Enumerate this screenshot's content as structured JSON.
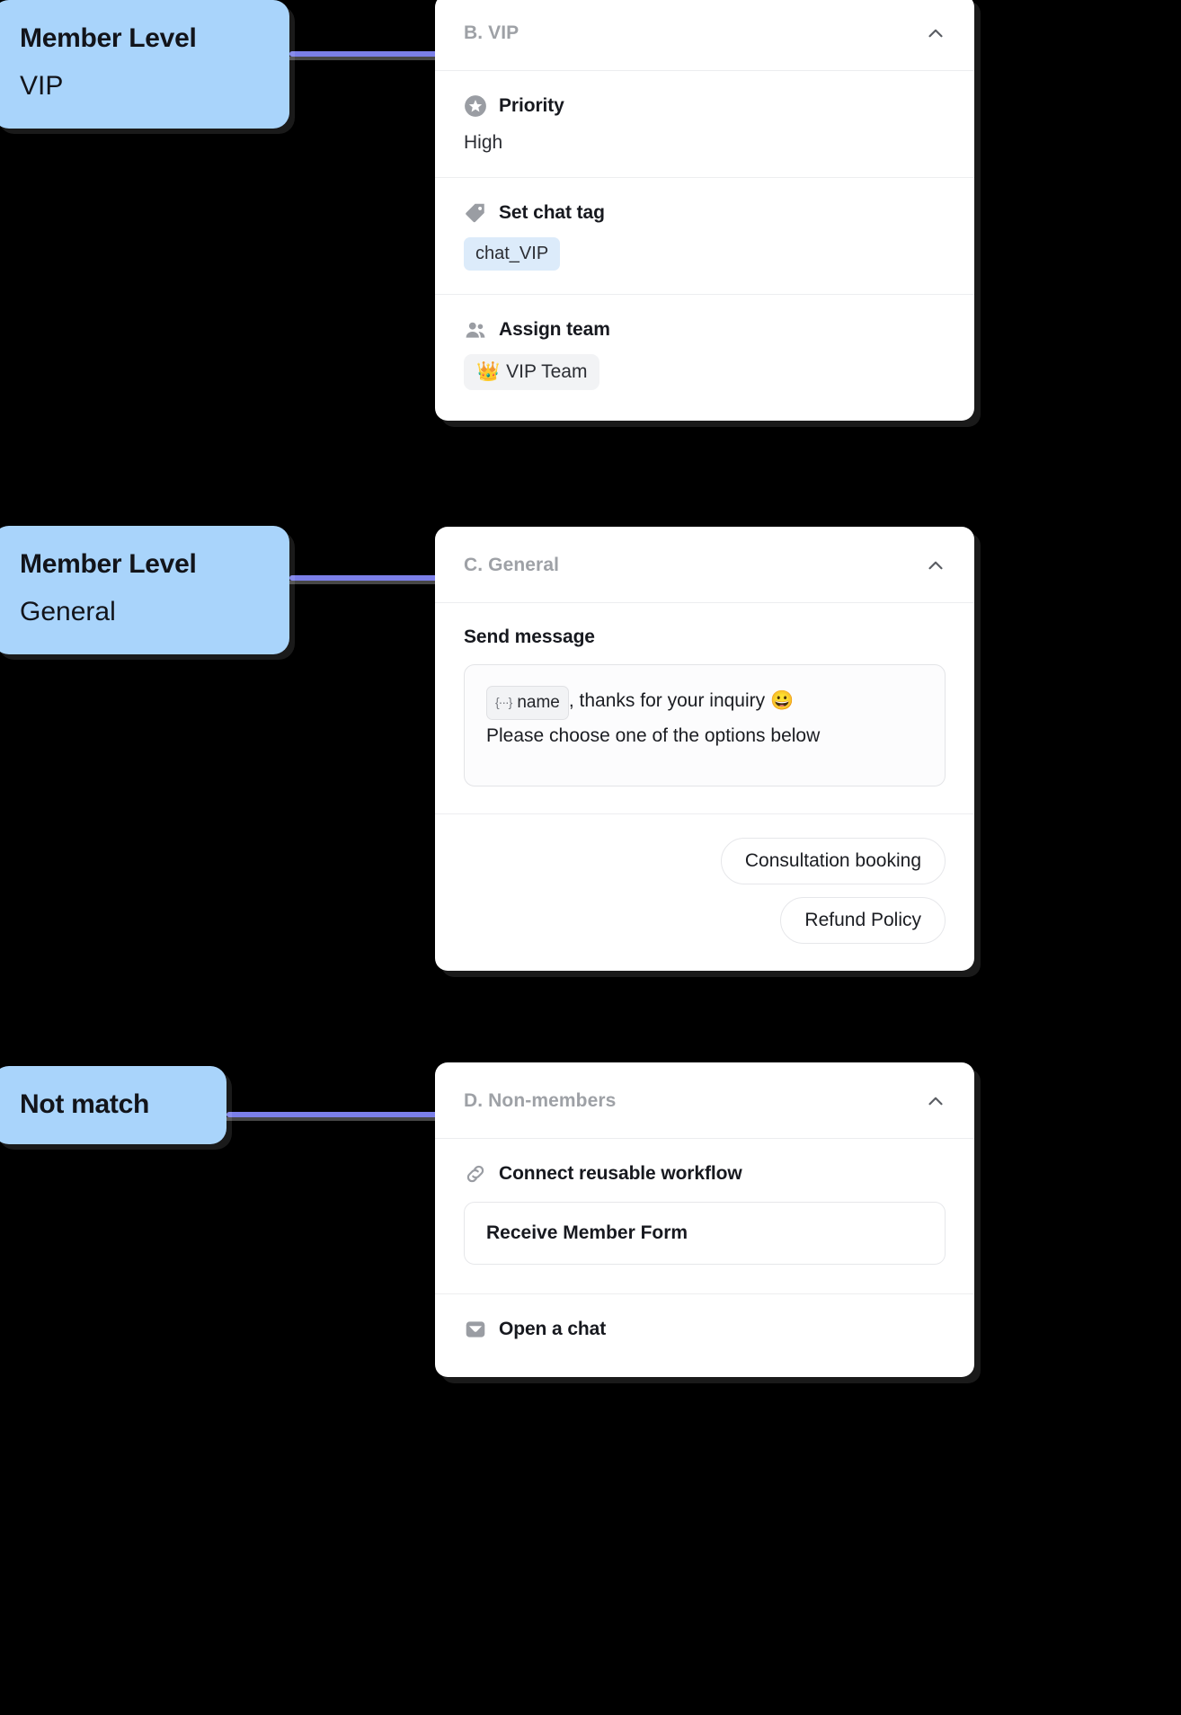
{
  "canvas": {
    "background": "#000000",
    "node_color": "#A9D4FB",
    "connector_color": "#7B7FE8"
  },
  "nodes": [
    {
      "id": "vip",
      "title": "Member Level",
      "value": "VIP",
      "connector_label": ""
    },
    {
      "id": "general",
      "title": "Member Level",
      "value": "General",
      "connector_label": ""
    },
    {
      "id": "not-match",
      "title": "Not match",
      "value": "",
      "connector_label": ""
    }
  ],
  "cards": [
    {
      "id": "vip",
      "header": "B. VIP",
      "collapse_icon": "chevron-up-icon",
      "sections": [
        {
          "icon": "star-badge-icon",
          "label": "Priority",
          "value": "High",
          "type": "text"
        },
        {
          "icon": "tag-icon",
          "label": "Set chat tag",
          "value": "chat_VIP",
          "type": "pill-blue"
        },
        {
          "icon": "people-icon",
          "label": "Assign team",
          "value": "VIP Team",
          "emoji": "👑",
          "type": "pill-grey"
        }
      ]
    },
    {
      "id": "general",
      "header": "C. General",
      "collapse_icon": "chevron-up-icon",
      "message": {
        "label": "Send message",
        "variable_chip": "name",
        "variable_glyph": "{···}",
        "line1_after_chip": ", thanks for your inquiry 😀",
        "line2": "Please choose one of the options below"
      },
      "quick_replies": [
        "Consultation booking",
        "Refund Policy"
      ]
    },
    {
      "id": "non-members",
      "header": "D. Non-members",
      "collapse_icon": "chevron-up-icon",
      "sections": [
        {
          "icon": "link-icon",
          "label": "Connect reusable workflow",
          "value": "Receive Member Form",
          "type": "workflow-box"
        },
        {
          "icon": "inbox-icon",
          "label": "Open a chat",
          "value": "",
          "type": "label-only"
        }
      ]
    }
  ]
}
